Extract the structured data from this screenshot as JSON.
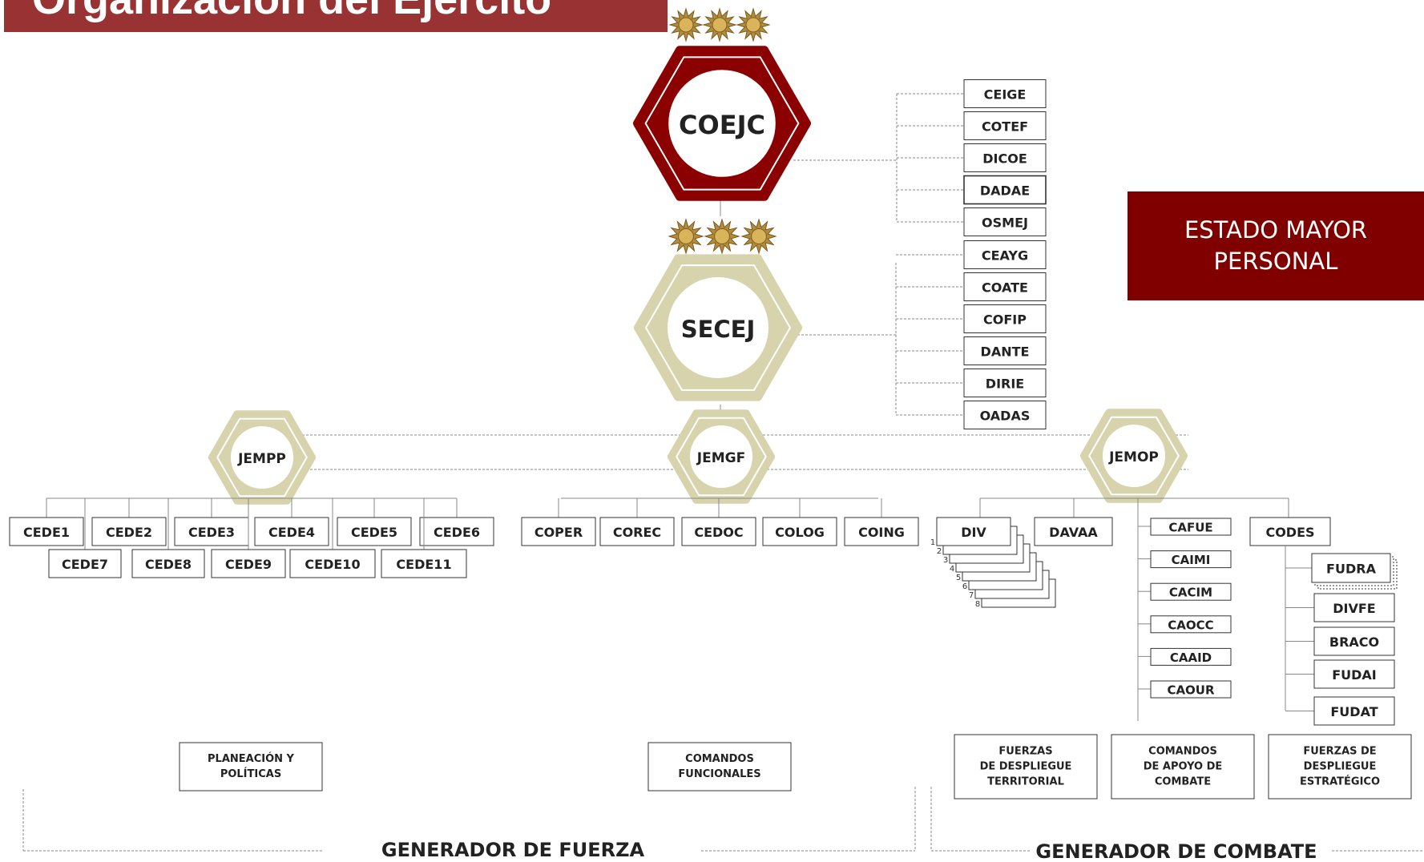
{
  "title": "Organización del Ejército",
  "side_label": "ESTADO MAYOR PERSONAL",
  "colors": {
    "title_bg": "#993333",
    "side_bg": "#800000",
    "commander": "#8b0000",
    "staff": "#d6d3ad",
    "line": "#888888"
  },
  "icons": [
    "rank-star-icon",
    "rank-star-icon",
    "rank-star-icon"
  ],
  "hexagons": {
    "commander": "COEJC",
    "secretary": "SECEJ",
    "jempp": "JEMPP",
    "jemgf": "JEMGF",
    "jemop": "JEMOP"
  },
  "coejc_units": [
    "CEIGE",
    "COTEF",
    "DICOE",
    "DADAE",
    "OSMEJ"
  ],
  "secej_units": [
    "CEAYG",
    "COATE",
    "COFIP",
    "DANTE",
    "DIRIE",
    "OADAS"
  ],
  "jempp_row1": [
    "CEDE1",
    "CEDE2",
    "CEDE3",
    "CEDE4",
    "CEDE5",
    "CEDE6"
  ],
  "jempp_row2": [
    "CEDE7",
    "CEDE8",
    "CEDE9",
    "CEDE10",
    "CEDE11"
  ],
  "jemgf_units": [
    "COPER",
    "COREC",
    "CEDOC",
    "COLOG",
    "COING"
  ],
  "div": {
    "label": "DIV",
    "stack_numbers": [
      "1",
      "2",
      "3",
      "4",
      "5",
      "6",
      "7",
      "8"
    ]
  },
  "davaa": "DAVAA",
  "support_commands": [
    "CAFUE",
    "CAIMI",
    "CACIM",
    "CAOCC",
    "CAAID",
    "CAOUR"
  ],
  "codes": "CODES",
  "codes_units": [
    "FUDRA",
    "DIVFE",
    "BRACO",
    "FUDAI",
    "FUDAT"
  ],
  "categories": {
    "planning": [
      "PLANEACIÓN Y",
      "POLÍTICAS"
    ],
    "functional": [
      "COMANDOS",
      "FUNCIONALES"
    ],
    "territorial": [
      "FUERZAS",
      "DE DESPLIEGUE",
      "TERRITORIAL"
    ],
    "combat_support": [
      "COMANDOS",
      "DE APOYO DE",
      "COMBATE"
    ],
    "strategic": [
      "FUERZAS DE",
      "DESPLIEGUE",
      "ESTRATÉGICO"
    ]
  },
  "groups": {
    "force_generator": "GENERADOR DE FUERZA",
    "combat_generator": "GENERADOR DE COMBATE"
  }
}
